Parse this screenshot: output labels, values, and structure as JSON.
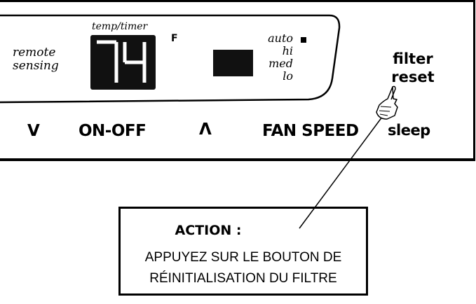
{
  "panel": {
    "remote_sensing": [
      "remote",
      "sensing"
    ],
    "temp_timer_label": "temp/timer",
    "temp_display": "74",
    "unit_label": "F",
    "fan_modes": [
      "auto",
      "hi",
      "med",
      "lo"
    ],
    "active_mode": "auto",
    "filter_reset": [
      "filter",
      "reset"
    ],
    "buttons": {
      "down": "V",
      "on_off": "ON-OFF",
      "up": "Λ",
      "fan_speed": "FAN SPEED",
      "sleep": "sleep"
    }
  },
  "callout": {
    "title": "ACTION :",
    "lines": [
      "APPUYEZ SUR LE BOUTON DE",
      "RÉINITIALISATION DU FILTRE"
    ]
  },
  "colors": {
    "line": "#000000",
    "display_bg": "#111111",
    "segment": "#ffffff",
    "background": "#ffffff"
  },
  "icons": [
    "pointing-hand-icon",
    "mode-indicator-icon"
  ]
}
